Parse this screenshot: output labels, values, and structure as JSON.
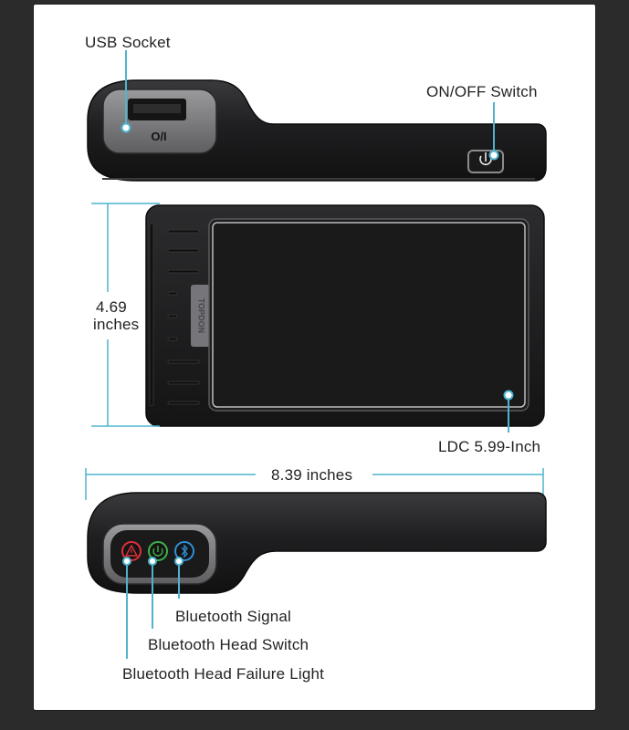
{
  "labels": {
    "usb_socket": "USB Socket",
    "on_off_switch": "ON/OFF Switch",
    "height_value": "4.69",
    "height_unit": "inches",
    "screen": "LDC 5.99-Inch",
    "width": "8.39 inches",
    "bt_signal": "Bluetooth Signal",
    "bt_head_switch": "Bluetooth Head Switch",
    "bt_head_failure": "Bluetooth Head Failure Light"
  },
  "device": {
    "switch_marking": "O/I",
    "side_brand": "TOPDON"
  },
  "leds": [
    {
      "name": "failure-light",
      "color": "#e0303a",
      "icon": "warning-triangle-icon"
    },
    {
      "name": "head-switch",
      "color": "#3db34a",
      "icon": "power-icon"
    },
    {
      "name": "bt-signal",
      "color": "#2f8fd6",
      "icon": "bluetooth-icon"
    }
  ],
  "colors": {
    "callout": "#4fb3cf",
    "device_body": "#1c1c1e",
    "background": "#2b2b2b"
  }
}
